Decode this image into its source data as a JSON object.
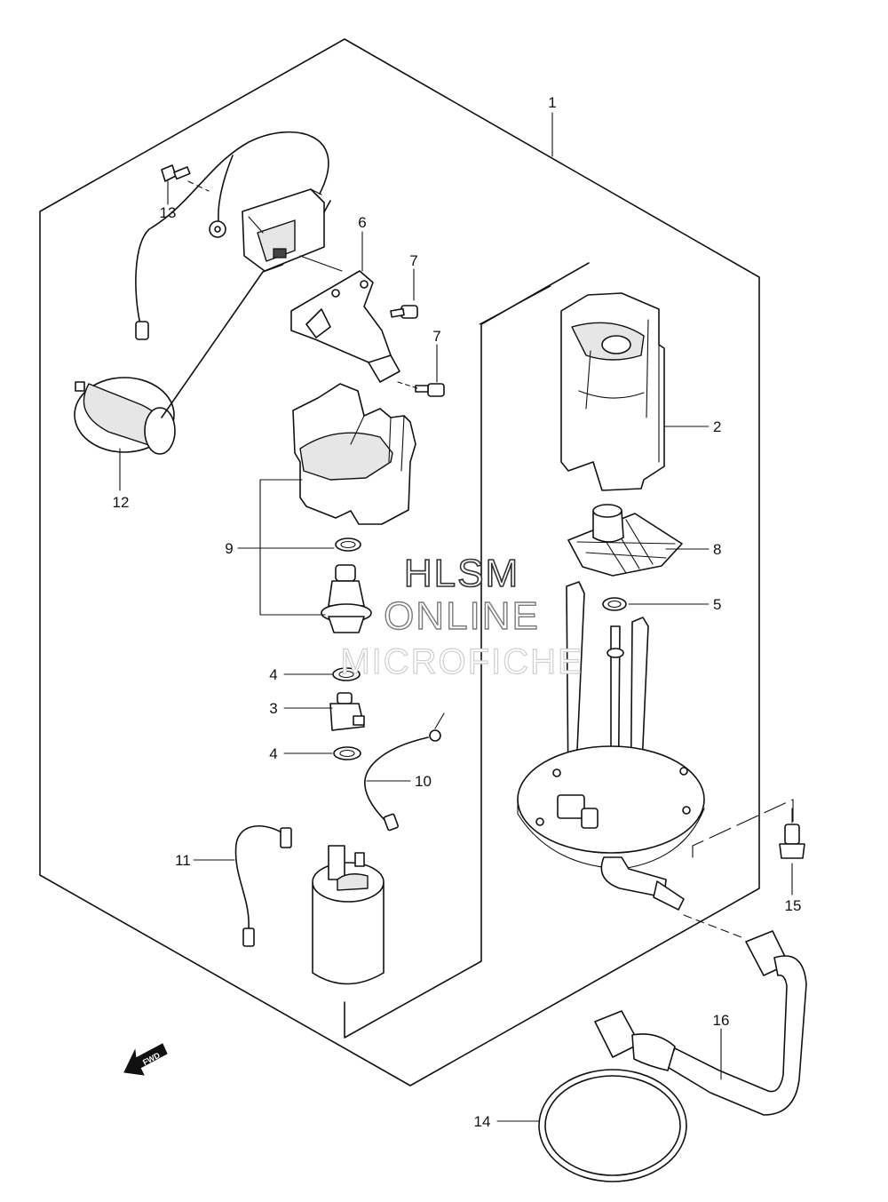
{
  "watermark": {
    "line1": "HLSM",
    "line2": "ONLINE",
    "line3": "MICROFICHE"
  },
  "fwd_arrow_label": "FWD",
  "callouts": {
    "p1": "1",
    "p2": "2",
    "p3": "3",
    "p4a": "4",
    "p4b": "4",
    "p5": "5",
    "p6": "6",
    "p7a": "7",
    "p7b": "7",
    "p8": "8",
    "p9": "9",
    "p10": "10",
    "p11": "11",
    "p12": "12",
    "p13": "13",
    "p14": "14",
    "p15": "15",
    "p16": "16"
  }
}
